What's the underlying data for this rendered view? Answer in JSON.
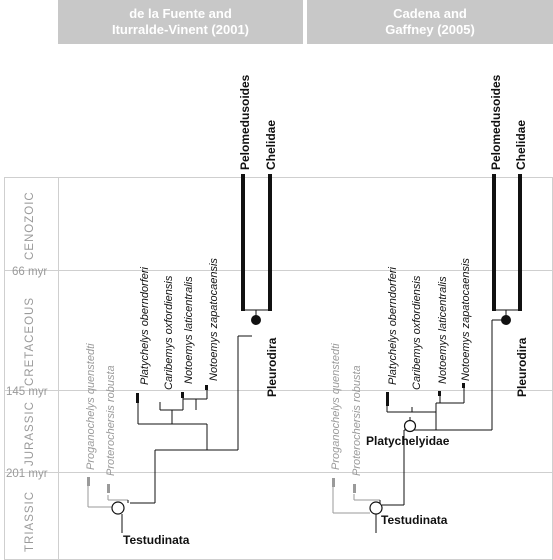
{
  "headers": {
    "left": "de la Fuente and\nIturralde-Vinent (2001)",
    "right": "Cadena and\nGaffney (2005)"
  },
  "eras": {
    "cenozoic": "CENOZOIC",
    "cretaceous": "CRETACEOUS",
    "jurassic": "JURASSIC",
    "triassic": "TRIASSIC"
  },
  "time_labels": {
    "t66": "66 myr",
    "t145": "145 myr",
    "t201": "201 myr"
  },
  "taxa": {
    "proganochelys": "Proganochelys quenstedti",
    "proterochersis": "Proterochersis robusta",
    "platychelys": "Platychelys oberndorferi",
    "caribemys": "Caribemys oxfordiensis",
    "notoemys_lat": "Notoemys laticentralis",
    "notoemys_zap": "Notoemys zapatocaensis",
    "pelomedusoides": "Pelomedusoides",
    "chelidae": "Chelidae"
  },
  "clades": {
    "pleurodira": "Pleurodira",
    "testudinata": "Testudinata",
    "platychelyidae": "Platychelyidae"
  },
  "colors": {
    "header_bg": "#c8c8c8",
    "grid": "#cfcfcf",
    "grey_taxa": "#9a9a9a",
    "lines": "#111111"
  }
}
